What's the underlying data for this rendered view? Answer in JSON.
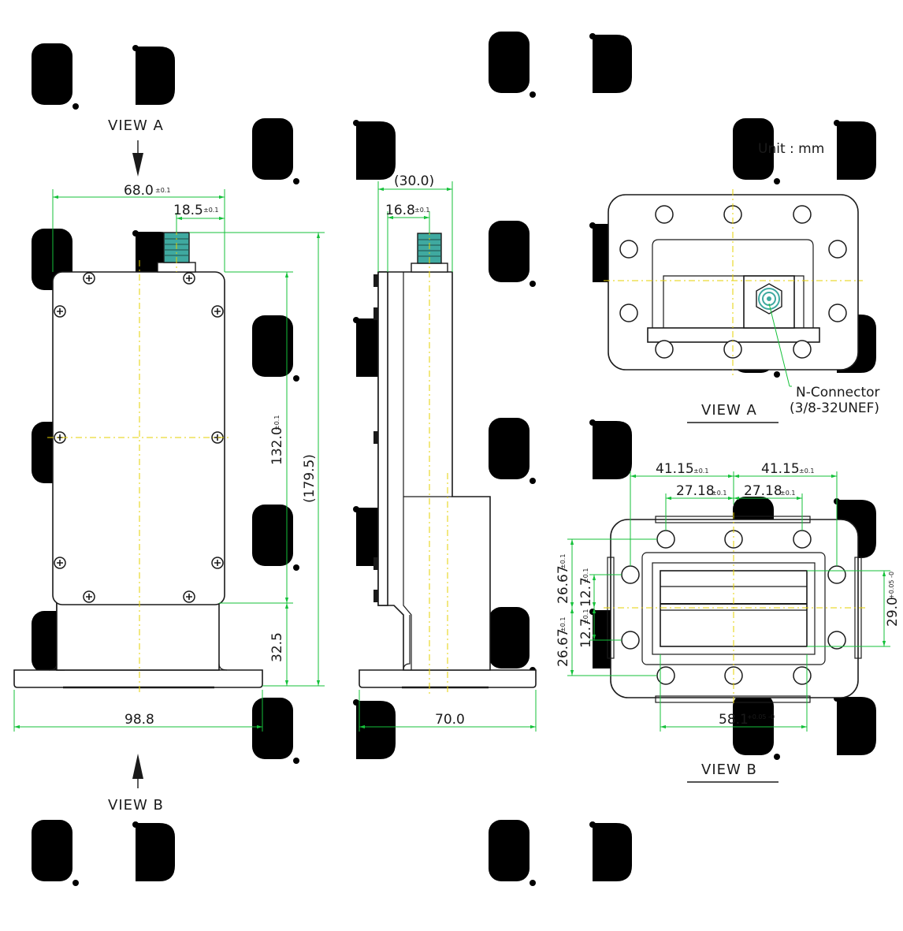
{
  "unit_label": "Unit : mm",
  "front_view": {
    "view_a_arrow": "VIEW A",
    "view_b_arrow": "VIEW B",
    "dims": {
      "overall_width": "68.0",
      "overall_width_tol": "±0.1",
      "connector_offset": "18.5",
      "connector_offset_tol": "±0.1",
      "body_height": "132.0",
      "body_height_tol": "±0.1",
      "total_height": "(179.5)",
      "base_height": "32.5",
      "base_width": "98.8"
    }
  },
  "side_view": {
    "dims": {
      "depth": "(30.0)",
      "connector_offset": "16.8",
      "connector_offset_tol": "±0.1",
      "base_width": "70.0"
    }
  },
  "view_a": {
    "title": "VIEW A",
    "connector_label": "N-Connector",
    "connector_thread": "(3/8-32UNEF)"
  },
  "view_b": {
    "title": "VIEW B",
    "dims": {
      "hole_span_left": "41.15",
      "hole_span_left_tol": "±0.1",
      "hole_span_right": "41.15",
      "hole_span_right_tol": "±0.1",
      "inner_span_left": "27.18",
      "inner_span_left_tol": "±0.1",
      "inner_span_right": "27.18",
      "inner_span_right_tol": "±0.1",
      "vert_outer_top": "26.67",
      "vert_outer_top_tol": "±0.1",
      "vert_inner_top": "12.7",
      "vert_inner_top_tol": "±0.1",
      "vert_outer_bottom": "26.67",
      "vert_outer_bottom_tol": "±0.1",
      "vert_inner_bottom": "12.7",
      "vert_inner_bottom_tol": "±0.1",
      "aperture_height": "29.0",
      "aperture_height_tol": "+0.05 -0",
      "aperture_width": "58.1",
      "aperture_width_tol": "+0.05 -0"
    }
  },
  "colors": {
    "outline": "#1a1a1a",
    "dimension": "#15c13a",
    "centerline": "#e6d000",
    "connector": "#3fa9a0",
    "watermark": "#d8d8d8"
  }
}
